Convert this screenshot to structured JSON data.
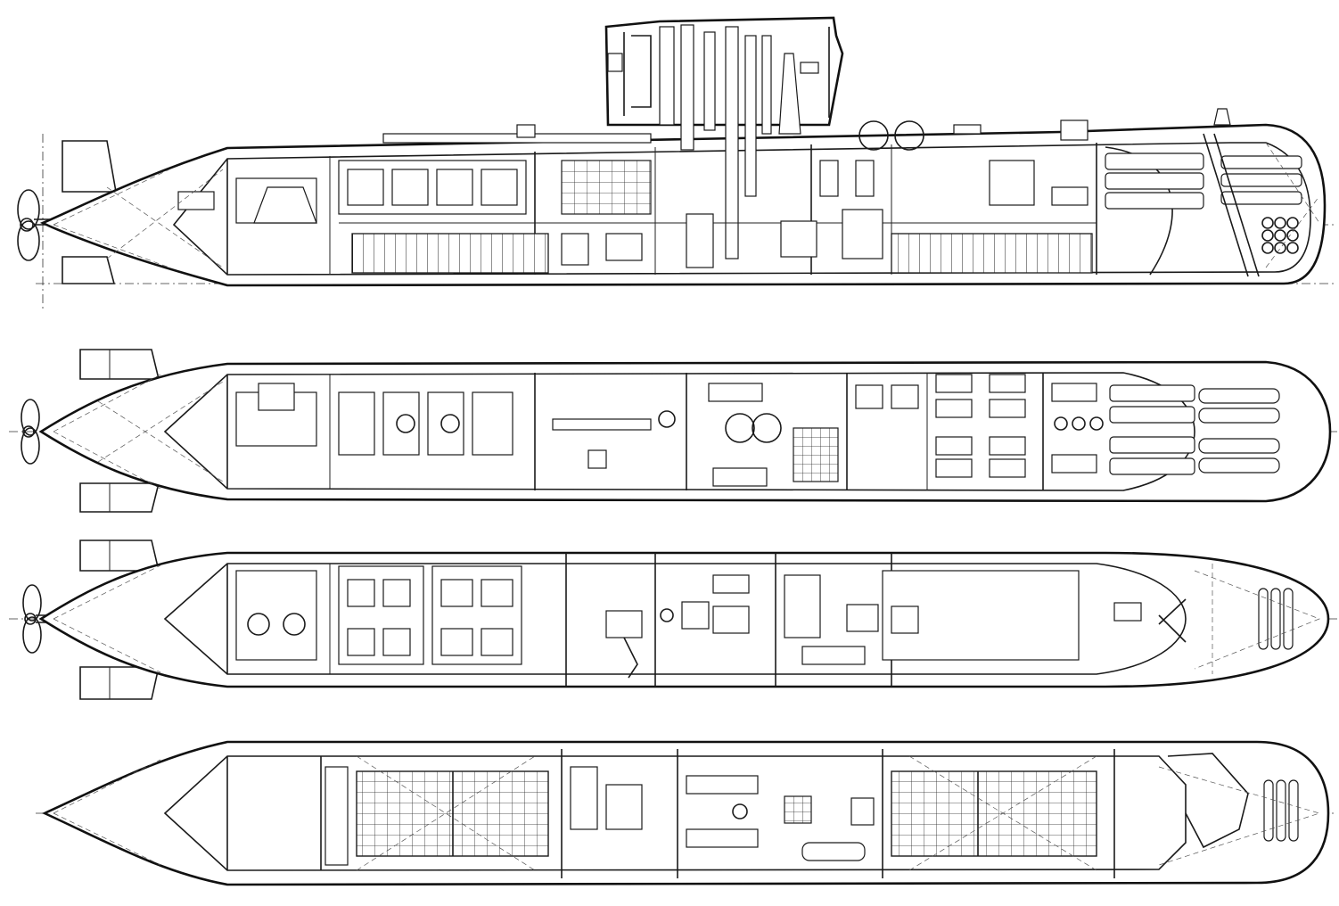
{
  "drawing": {
    "views": [
      {
        "id": "profile",
        "kind": "inboard-profile"
      },
      {
        "id": "upper-deck-plan",
        "kind": "plan"
      },
      {
        "id": "middle-deck-plan",
        "kind": "plan"
      },
      {
        "id": "lower-deck-plan",
        "kind": "plan"
      }
    ]
  }
}
